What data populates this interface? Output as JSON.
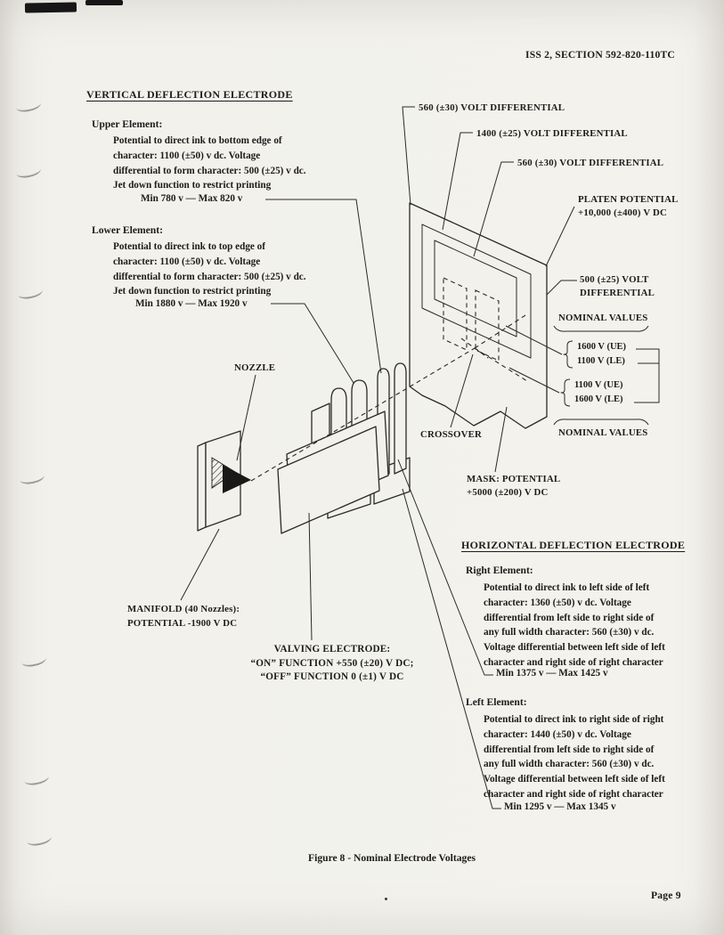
{
  "doc": {
    "issue_ref": "ISS 2, SECTION 592-820-110TC",
    "figure_caption": "Figure 8 - Nominal Electrode Voltages",
    "page_number": "Page 9"
  },
  "vertical_deflection": {
    "heading": "VERTICAL DEFLECTION ELECTRODE",
    "upper_element": {
      "title": "Upper Element:",
      "body": "Potential to direct ink to bottom edge of\ncharacter: 1100 (±50) v dc. Voltage\ndifferential to form character: 500 (±25) v dc.\nJet down function to restrict printing",
      "range": "Min 780 v — Max 820 v"
    },
    "lower_element": {
      "title": "Lower Element:",
      "body": "Potential to direct ink to top edge of\ncharacter: 1100 (±50) v dc. Voltage\ndifferential to form character: 500 (±25) v dc.\nJet down function to restrict printing",
      "range": "Min 1880 v — Max 1920 v"
    }
  },
  "horizontal_deflection": {
    "heading": "HORIZONTAL DEFLECTION ELECTRODE",
    "right_element": {
      "title": "Right Element:",
      "body": "Potential to direct ink to left side of left\ncharacter: 1360 (±50) v dc. Voltage\ndifferential from left side to right side of\nany full width character: 560 (±30) v dc.\nVoltage differential between left side of left\ncharacter and right side of right character",
      "range": "Min 1375 v — Max 1425 v"
    },
    "left_element": {
      "title": "Left Element:",
      "body": "Potential to direct ink to right side of right\ncharacter: 1440 (±50) v dc. Voltage\ndifferential from left side to right side of\nany full width character: 560 (±30) v dc.\nVoltage differential between left side of left\ncharacter and right side of right character",
      "range": "Min 1295 v — Max 1345 v"
    }
  },
  "diagram": {
    "volt_diff_top": "560 (±30) VOLT DIFFERENTIAL",
    "volt_diff_1400": "1400 (±25) VOLT DIFFERENTIAL",
    "volt_diff_mid": "560 (±30) VOLT DIFFERENTIAL",
    "platen_potential": "PLATEN POTENTIAL\n+10,000 (±400) V DC",
    "volt_diff_500": "500 (±25) VOLT\nDIFFERENTIAL",
    "nominal_values_top": "NOMINAL VALUES",
    "nominal_values_bottom": "NOMINAL VALUES",
    "voltages_group1": [
      "1600 V (UE)",
      "1100 V (LE)"
    ],
    "voltages_group2": [
      "1100 V (UE)",
      "1600 V (LE)"
    ],
    "crossover": "CROSSOVER",
    "mask_potential": "MASK: POTENTIAL\n+5000 (±200) V DC",
    "nozzle": "NOZZLE",
    "manifold": "MANIFOLD (40 Nozzles):\nPOTENTIAL -1900 V DC",
    "valving_electrode": "VALVING ELECTRODE:\n“ON” FUNCTION +550 (±20) V DC;\n“OFF” FUNCTION 0 (±1) V DC"
  }
}
